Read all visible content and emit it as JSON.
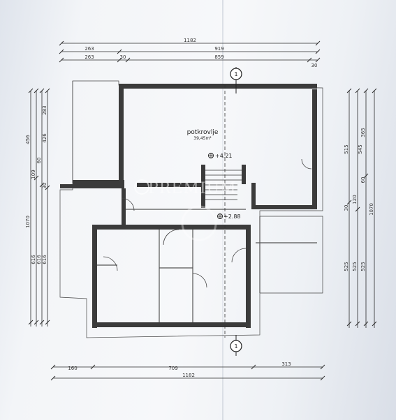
{
  "plan": {
    "room_name": "potkrovlje",
    "room_area": "39,45m²",
    "level_upper": "+4.21",
    "level_lower": "+2.88",
    "section_marker": "1",
    "watermark": "PREMIUM"
  },
  "dimensions": {
    "top": {
      "overall": "1182",
      "row2": [
        "263",
        "919"
      ],
      "row3": [
        "263",
        "30",
        "859",
        "30"
      ]
    },
    "bottom": {
      "row1": [
        "160",
        "709",
        "313"
      ],
      "overall": "1182"
    },
    "left": {
      "col1": [
        "456",
        "1070"
      ],
      "col2": [
        "109",
        "616"
      ],
      "col3": [
        "60",
        "616"
      ],
      "col4": [
        "283",
        "426",
        "30",
        "616"
      ]
    },
    "right": {
      "col1": [
        "515",
        "30",
        "525"
      ],
      "col2": [
        "120",
        "525"
      ],
      "col3": [
        "365",
        "60",
        "545",
        "525"
      ],
      "col4": [
        "1070"
      ]
    }
  },
  "colors": {
    "line": "#2a2a2a",
    "wall": "#3b3b3b",
    "paper": "#f3f5f8"
  }
}
